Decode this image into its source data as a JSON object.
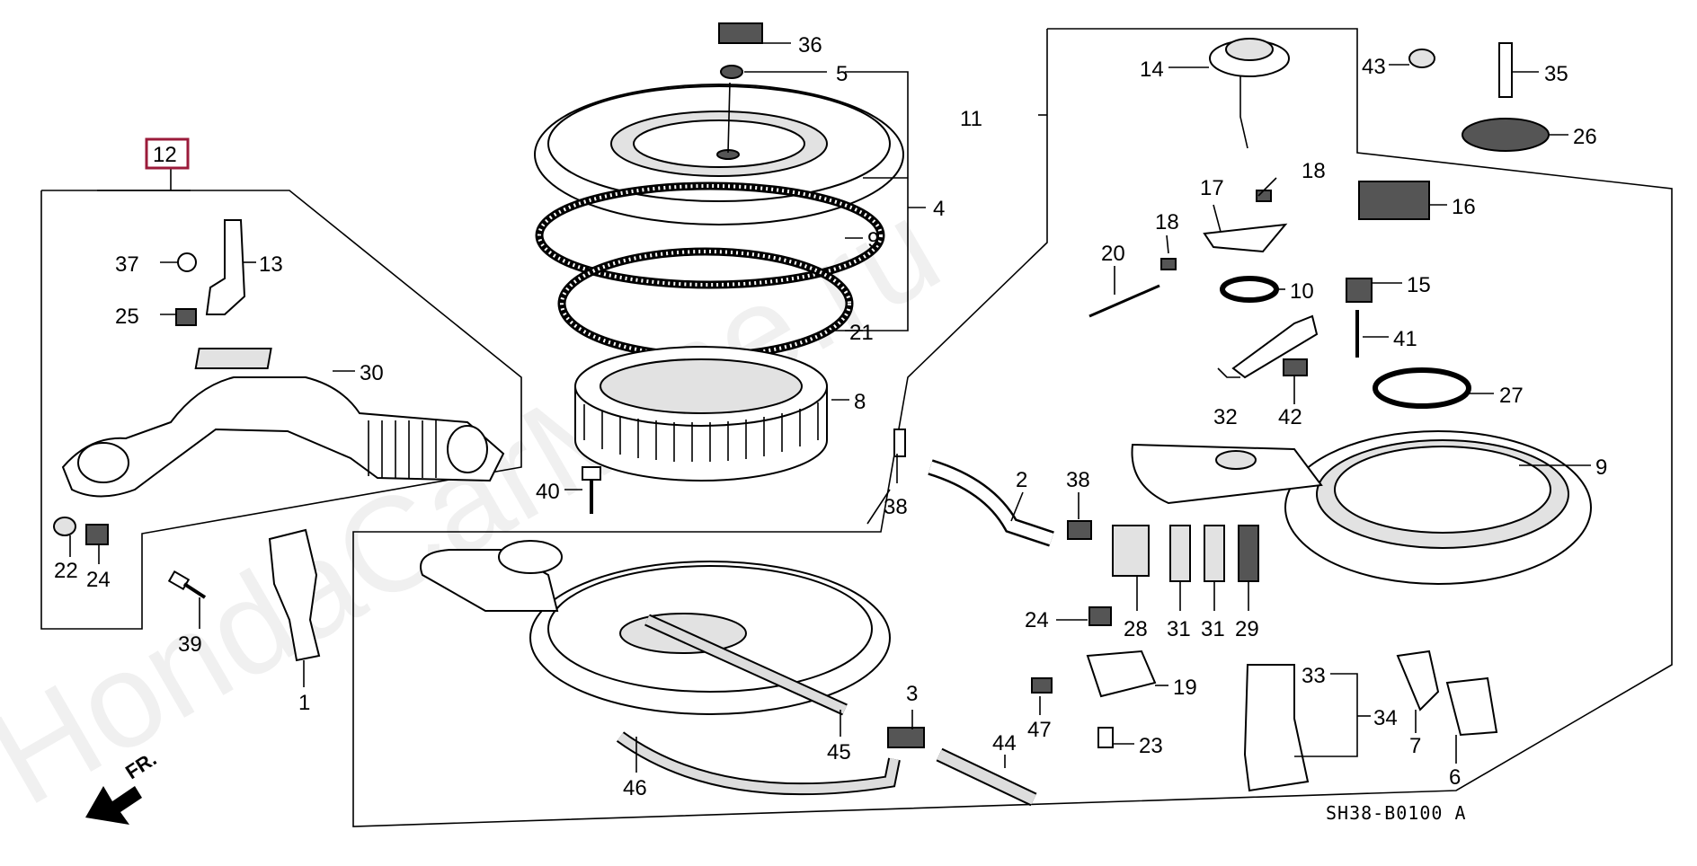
{
  "diagram": {
    "code": "SH38-B0100 A",
    "direction_label": "FR.",
    "watermark": "HondaCarMine.ru",
    "highlighted_part": "12",
    "callouts": {
      "c1": "1",
      "c2": "2",
      "c3": "3",
      "c4": "4",
      "c5": "5",
      "c6": "6",
      "c7": "7",
      "c8": "8",
      "c9a": "9",
      "c9b": "9",
      "c10": "10",
      "c11": "11",
      "c12": "12",
      "c13": "13",
      "c14": "14",
      "c15": "15",
      "c16": "16",
      "c17": "17",
      "c18a": "18",
      "c18b": "18",
      "c19": "19",
      "c20": "20",
      "c21": "21",
      "c22": "22",
      "c23": "23",
      "c24a": "24",
      "c24b": "24",
      "c25": "25",
      "c26": "26",
      "c27": "27",
      "c28": "28",
      "c29": "29",
      "c30": "30",
      "c31a": "31",
      "c31b": "31",
      "c32": "32",
      "c33": "33",
      "c34": "34",
      "c35": "35",
      "c36": "36",
      "c37": "37",
      "c38a": "38",
      "c38b": "38",
      "c39": "39",
      "c40": "40",
      "c41": "41",
      "c42": "42",
      "c43": "43",
      "c44": "44",
      "c45": "45",
      "c46": "46",
      "c47": "47"
    }
  }
}
